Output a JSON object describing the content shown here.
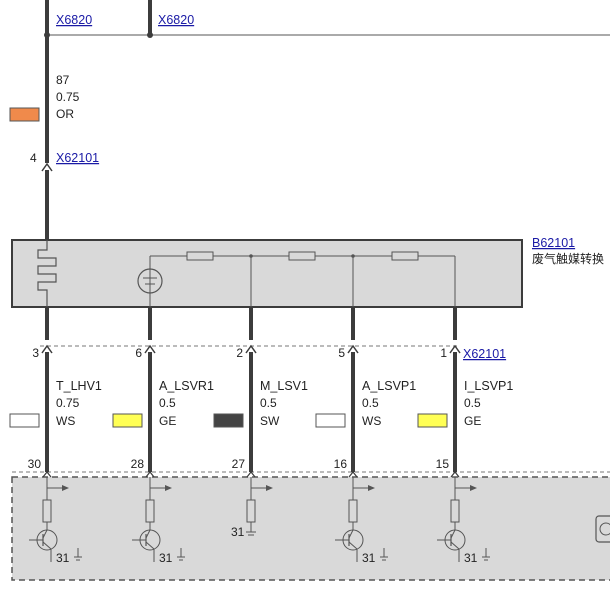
{
  "connectors": {
    "top_left": "X6820",
    "top_right": "X6820",
    "upper": "X62101",
    "upper_pin": "4",
    "lower": "X62101"
  },
  "top_wire": {
    "circuit": "87",
    "size": "0.75",
    "color_code": "OR",
    "color": "#f08a4b"
  },
  "component": {
    "id": "B62101",
    "name": "废气触媒转换"
  },
  "pins": [
    {
      "pin": "3",
      "signal": "T_LHV1",
      "size": "0.75",
      "color_code": "WS",
      "color": "#ffffff",
      "ecu_pin": "30"
    },
    {
      "pin": "6",
      "signal": "A_LSVR1",
      "size": "0.5",
      "color_code": "GE",
      "color": "#ffff55",
      "ecu_pin": "28"
    },
    {
      "pin": "2",
      "signal": "M_LSV1",
      "size": "0.5",
      "color_code": "SW",
      "color": "#444444",
      "ecu_pin": "27"
    },
    {
      "pin": "5",
      "signal": "A_LSVP1",
      "size": "0.5",
      "color_code": "WS",
      "color": "#ffffff",
      "ecu_pin": "16"
    },
    {
      "pin": "1",
      "signal": "I_LSVP1",
      "size": "0.5",
      "color_code": "GE",
      "color": "#ffff55",
      "ecu_pin": "15"
    }
  ],
  "ground_labels": [
    "31",
    "31",
    "31",
    "31",
    "31"
  ],
  "colors": {
    "wire": "#3c3c3c",
    "box_fill": "#d9d9d9",
    "link": "#1a1aa6"
  }
}
